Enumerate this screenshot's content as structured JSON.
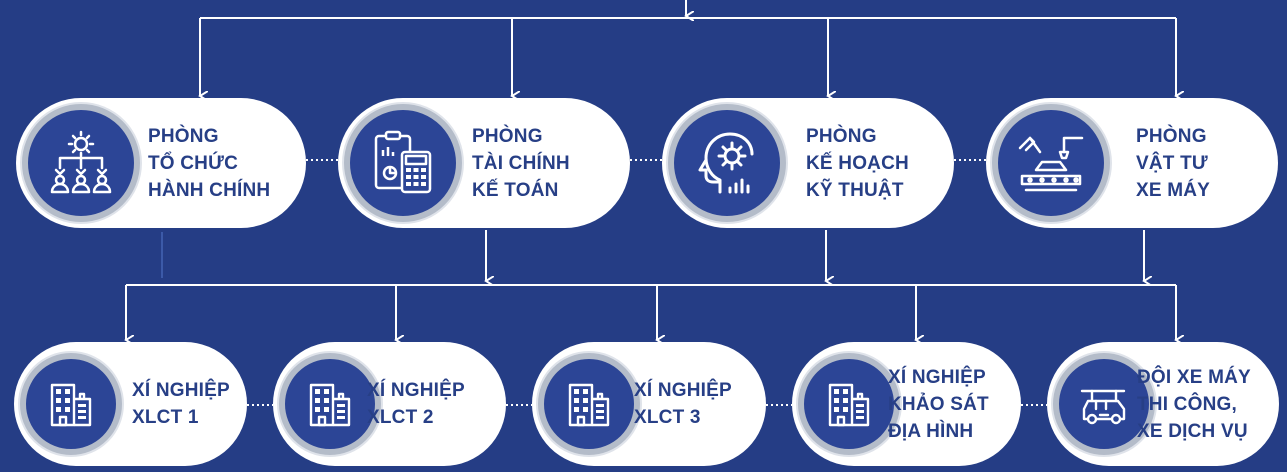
{
  "departments": [
    {
      "id": "tchc",
      "lines": [
        "PHÒNG",
        "TỔ CHỨC",
        "HÀNH CHÍNH"
      ],
      "icon": "org-structure-icon"
    },
    {
      "id": "tckt",
      "lines": [
        "PHÒNG",
        "TÀI CHÍNH",
        "KẾ TOÁN"
      ],
      "icon": "accounting-icon"
    },
    {
      "id": "khkt",
      "lines": [
        "PHÒNG",
        "KẾ HOẠCH",
        "KỸ THUẬT"
      ],
      "icon": "head-gear-icon"
    },
    {
      "id": "vtxm",
      "lines": [
        "PHÒNG",
        "VẬT TƯ",
        "XE MÁY"
      ],
      "icon": "robot-arm-icon"
    }
  ],
  "units": [
    {
      "id": "xlct1",
      "lines": [
        "XÍ NGHIỆP",
        "XLCT 1"
      ],
      "icon": "building-icon"
    },
    {
      "id": "xlct2",
      "lines": [
        "XÍ NGHIỆP",
        "XLCT 2"
      ],
      "icon": "building-icon"
    },
    {
      "id": "xlct3",
      "lines": [
        "XÍ NGHIỆP",
        "XLCT 3"
      ],
      "icon": "building-icon"
    },
    {
      "id": "ksdh",
      "lines": [
        "XÍ NGHIỆP",
        "KHẢO SÁT",
        "ĐỊA HÌNH"
      ],
      "icon": "building-icon"
    },
    {
      "id": "dxm",
      "lines": [
        "ĐỘI XE MÁY",
        "THI CÔNG,",
        "XE DỊCH VỤ"
      ],
      "icon": "truck-icon"
    }
  ],
  "colors": {
    "background": "#253d85",
    "pill": "#ffffff",
    "circle": "#2c4596",
    "text": "#273f86",
    "line": "#ffffff"
  }
}
